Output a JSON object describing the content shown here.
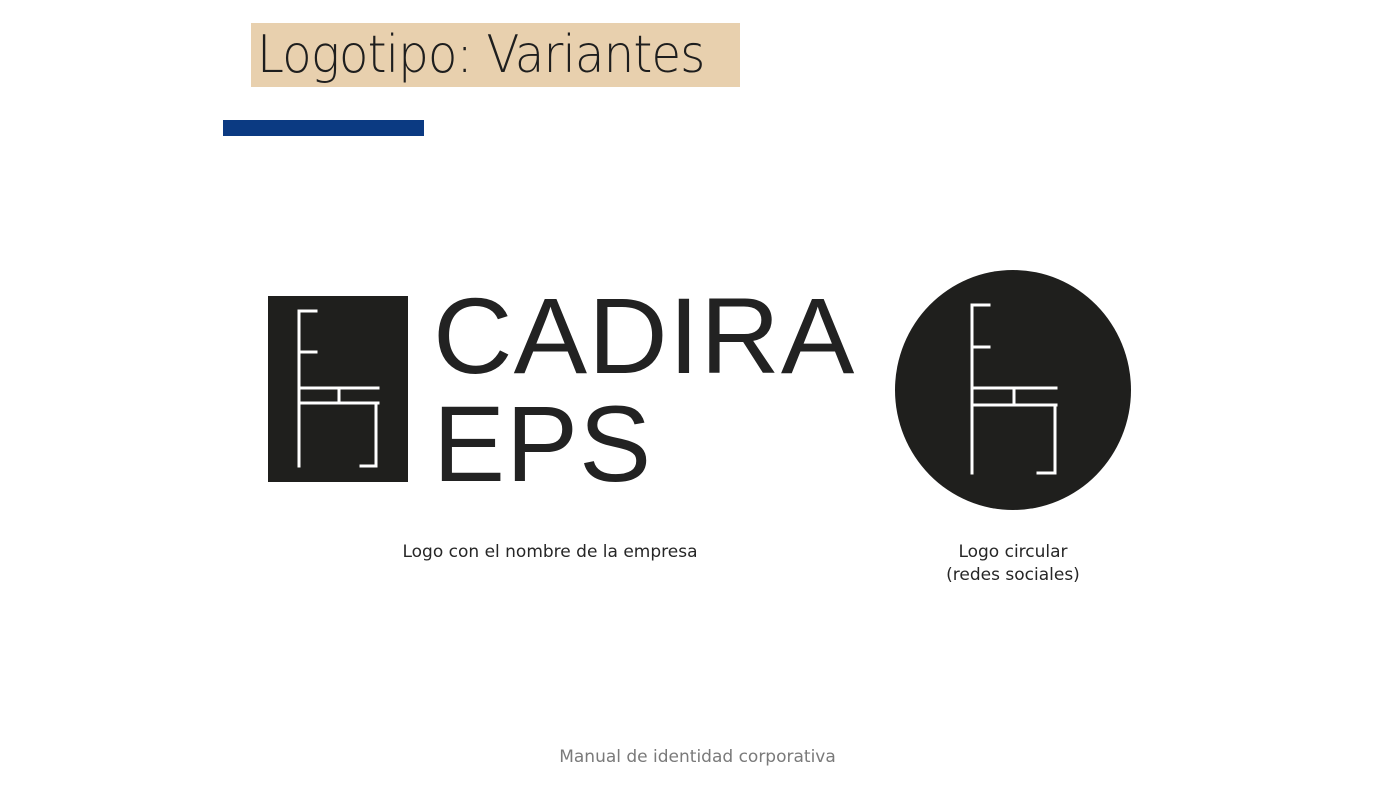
{
  "header": {
    "title": "Logotipo: Variantes"
  },
  "colors": {
    "title_highlight": "#e8d0ae",
    "accent_bar": "#0b3a82",
    "logo_dark": "#1f1f1d",
    "footer_text": "#7a7a7a"
  },
  "logos": {
    "wordmark": {
      "line1": "CADIRA",
      "line2": "EPS",
      "icon": "chair-icon",
      "caption": "Logo con el nombre de la empresa"
    },
    "circular": {
      "icon": "chair-icon",
      "caption_line1": "Logo circular",
      "caption_line2": "(redes sociales)"
    }
  },
  "footer": {
    "text": "Manual de identidad corporativa"
  }
}
